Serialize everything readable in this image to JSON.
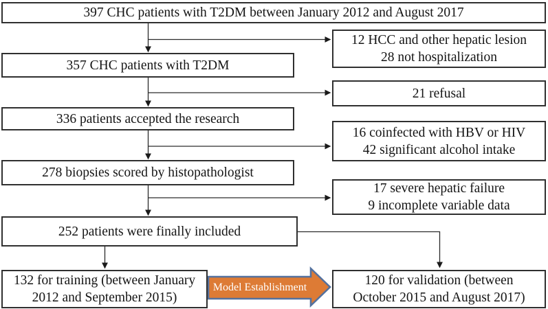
{
  "figure": {
    "type": "patient-selection-flowchart",
    "flow": {
      "step1": "397 CHC patients with T2DM between January 2012 and August 2017",
      "step2": "357 CHC patients with T2DM",
      "step3": "336 patients accepted the research",
      "step4": "278 biopsies scored by histopathologist",
      "step5": "252 patients were finally included"
    },
    "exclusions": {
      "box1": {
        "line1": "12 HCC and other hepatic lesion",
        "line2": "28 not hospitalization"
      },
      "box2": {
        "line1": "21 refusal"
      },
      "box3": {
        "line1": "16 coinfected with HBV or HIV",
        "line2": "42  significant alcohol intake"
      },
      "box4": {
        "line1": "17 severe hepatic failure",
        "line2": "9 incomplete variable data"
      }
    },
    "outcomes": {
      "training": {
        "line1": "132 for training (between January",
        "line2": "2012 and September 2015)"
      },
      "validation": {
        "line1": "120 for validation (between",
        "line2": "October 2015 and August 2017)"
      }
    },
    "model_arrow": {
      "label": "Model Establishment",
      "fill_color": "#dd7b35",
      "border_color": "#54719e"
    },
    "colors": {
      "line": "#2a2a2a",
      "box_border": "#2f2f2f",
      "text": "#141414",
      "background": "#ffffff"
    }
  }
}
